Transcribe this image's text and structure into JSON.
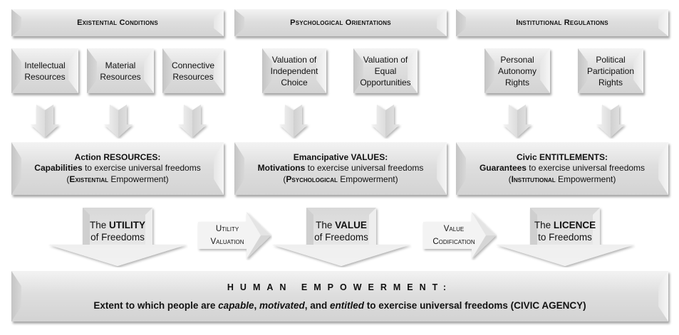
{
  "columns": [
    {
      "header": "Existential Conditions",
      "items": [
        "Intellectual Resources",
        "Material Resources",
        "Connective Resources"
      ],
      "result": {
        "title": "Action RESOURCES:",
        "lead": "Capabilities",
        "rest": " to exercise universal freedoms",
        "paren_open": "(",
        "paren_key": "Existential",
        "paren_rest": " Empowerment)"
      },
      "arrow": {
        "prefix": "The ",
        "key": "UTILITY",
        "line2": "of Freedoms"
      }
    },
    {
      "header": "Psychological Orientations",
      "items": [
        "Valuation of Independent Choice",
        "Valuation of Equal Opportunities"
      ],
      "result": {
        "title": "Emancipative VALUES:",
        "lead": "Motivations",
        "rest": " to exercise universal freedoms",
        "paren_open": "(",
        "paren_key": "Psychological",
        "paren_rest": " Empowerment)"
      },
      "arrow": {
        "prefix": "The ",
        "key": "VALUE",
        "line2": "of Freedoms"
      }
    },
    {
      "header": "Institutional Regulations",
      "items": [
        "Personal Autonomy Rights",
        "Political Participation Rights"
      ],
      "result": {
        "title": "Civic ENTITLEMENTS:",
        "lead": "Guarantees",
        "rest": " to exercise universal freedoms",
        "paren_open": "(",
        "paren_key": "Institutional",
        "paren_rest": " Empowerment)"
      },
      "arrow": {
        "prefix": "The ",
        "key": "LICENCE",
        "line2": "to Freedoms"
      }
    }
  ],
  "connectors": [
    {
      "line1": "Utility",
      "line2": "Valuation"
    },
    {
      "line1": "Value",
      "line2": "Codification"
    }
  ],
  "footer": {
    "title": "HUMAN EMPOWERMENT:",
    "sub_prefix": "Extent to which people are ",
    "capable": "capable",
    "comma1": ", ",
    "motivated": "motivated",
    "and": ", and ",
    "entitled": "entitled",
    "sub_suffix": " to exercise universal freedoms (CIVIC AGENCY)"
  },
  "colors": {
    "box_light": "#f3f3f3",
    "box_dark": "#d3d3d3",
    "text": "#111111"
  }
}
